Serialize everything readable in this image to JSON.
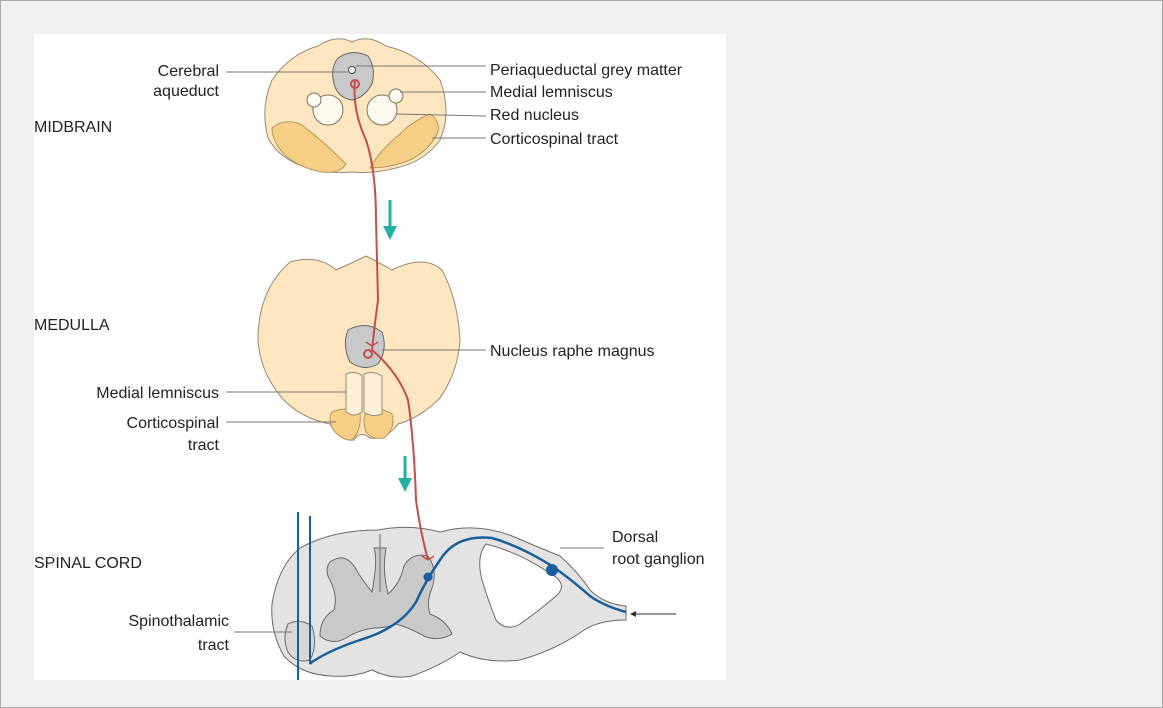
{
  "labels": {
    "midbrain": "MIDBRAIN",
    "medulla": "MEDULLA",
    "spinal_cord": "SPINAL CORD",
    "cerebral_aqueduct_1": "Cerebral",
    "cerebral_aqueduct_2": "aqueduct",
    "periaqueductal_grey": "Periaqueductal grey matter",
    "medial_lemniscus_midbrain": "Medial lemniscus",
    "red_nucleus": "Red nucleus",
    "corticospinal_tract_midbrain": "Corticospinal tract",
    "nucleus_raphe_magnus": "Nucleus raphe magnus",
    "medial_lemniscus_medulla": "Medial lemniscus",
    "corticospinal_medulla_1": "Corticospinal",
    "corticospinal_medulla_2": "tract",
    "dorsal_root_1": "Dorsal",
    "dorsal_root_2": "root ganglion",
    "spinothalamic_1": "Spinothalamic",
    "spinothalamic_2": "tract"
  },
  "colors": {
    "tissue": "#fde6c0",
    "tract": "#f6cf86",
    "grey_matter": "#c9c9c9",
    "cord_white": "#e3e3e3",
    "descending_pathway": "#c0504d",
    "ascending_pathway": "#1b5e9e",
    "arrow": "#26b0a2"
  }
}
